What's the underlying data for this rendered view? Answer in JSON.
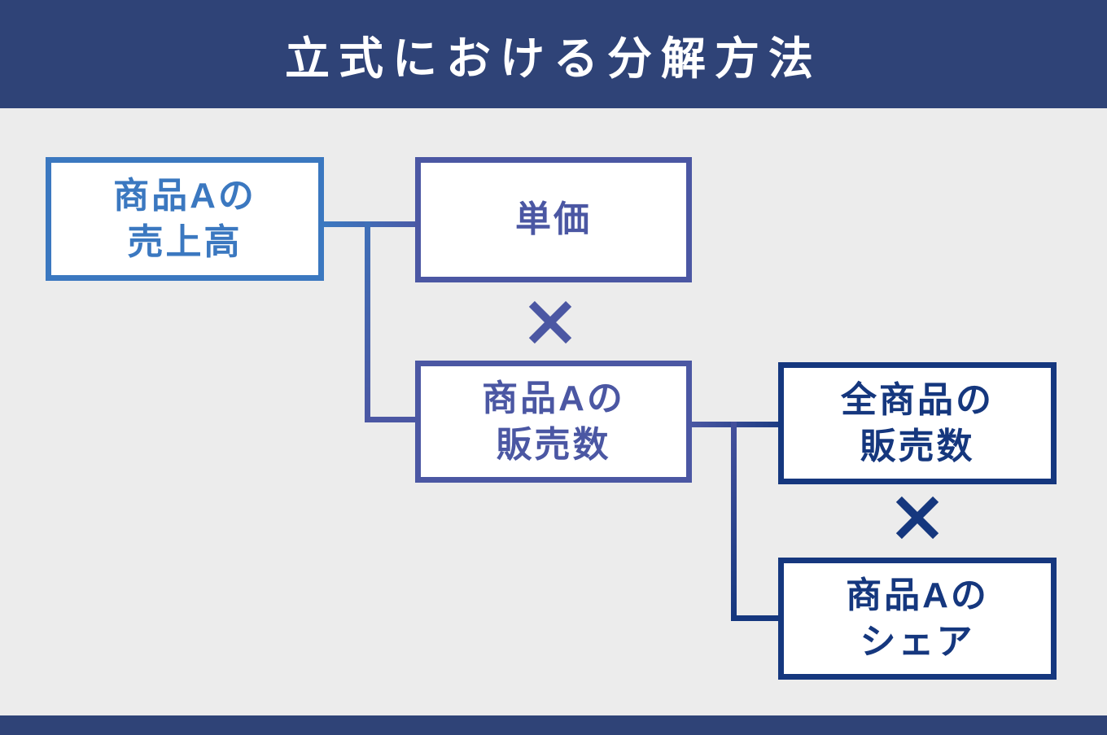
{
  "title": "立式における分解方法",
  "colors": {
    "band_navy": "#2f4377",
    "background": "#ececec",
    "box_blue": "#3b78c0",
    "box_indigo": "#4b57a3",
    "box_navy": "#15377e",
    "box_fill": "#ffffff"
  },
  "diagram": {
    "operator": "×",
    "boxes": [
      {
        "id": "product-a-revenue",
        "text": "商品Aの\n売上高",
        "color": "#3b78c0"
      },
      {
        "id": "unit-price",
        "text": "単価",
        "color": "#4b57a3"
      },
      {
        "id": "product-a-quantity",
        "text": "商品Aの\n販売数",
        "color": "#4b57a3"
      },
      {
        "id": "all-products-quantity",
        "text": "全商品の\n販売数",
        "color": "#15377e"
      },
      {
        "id": "product-a-share",
        "text": "商品Aの\nシェア",
        "color": "#15377e"
      }
    ],
    "relations": [
      "商品Aの売上高 = 単価 × 商品Aの販売数",
      "商品Aの販売数 = 全商品の販売数 × 商品Aのシェア"
    ]
  }
}
